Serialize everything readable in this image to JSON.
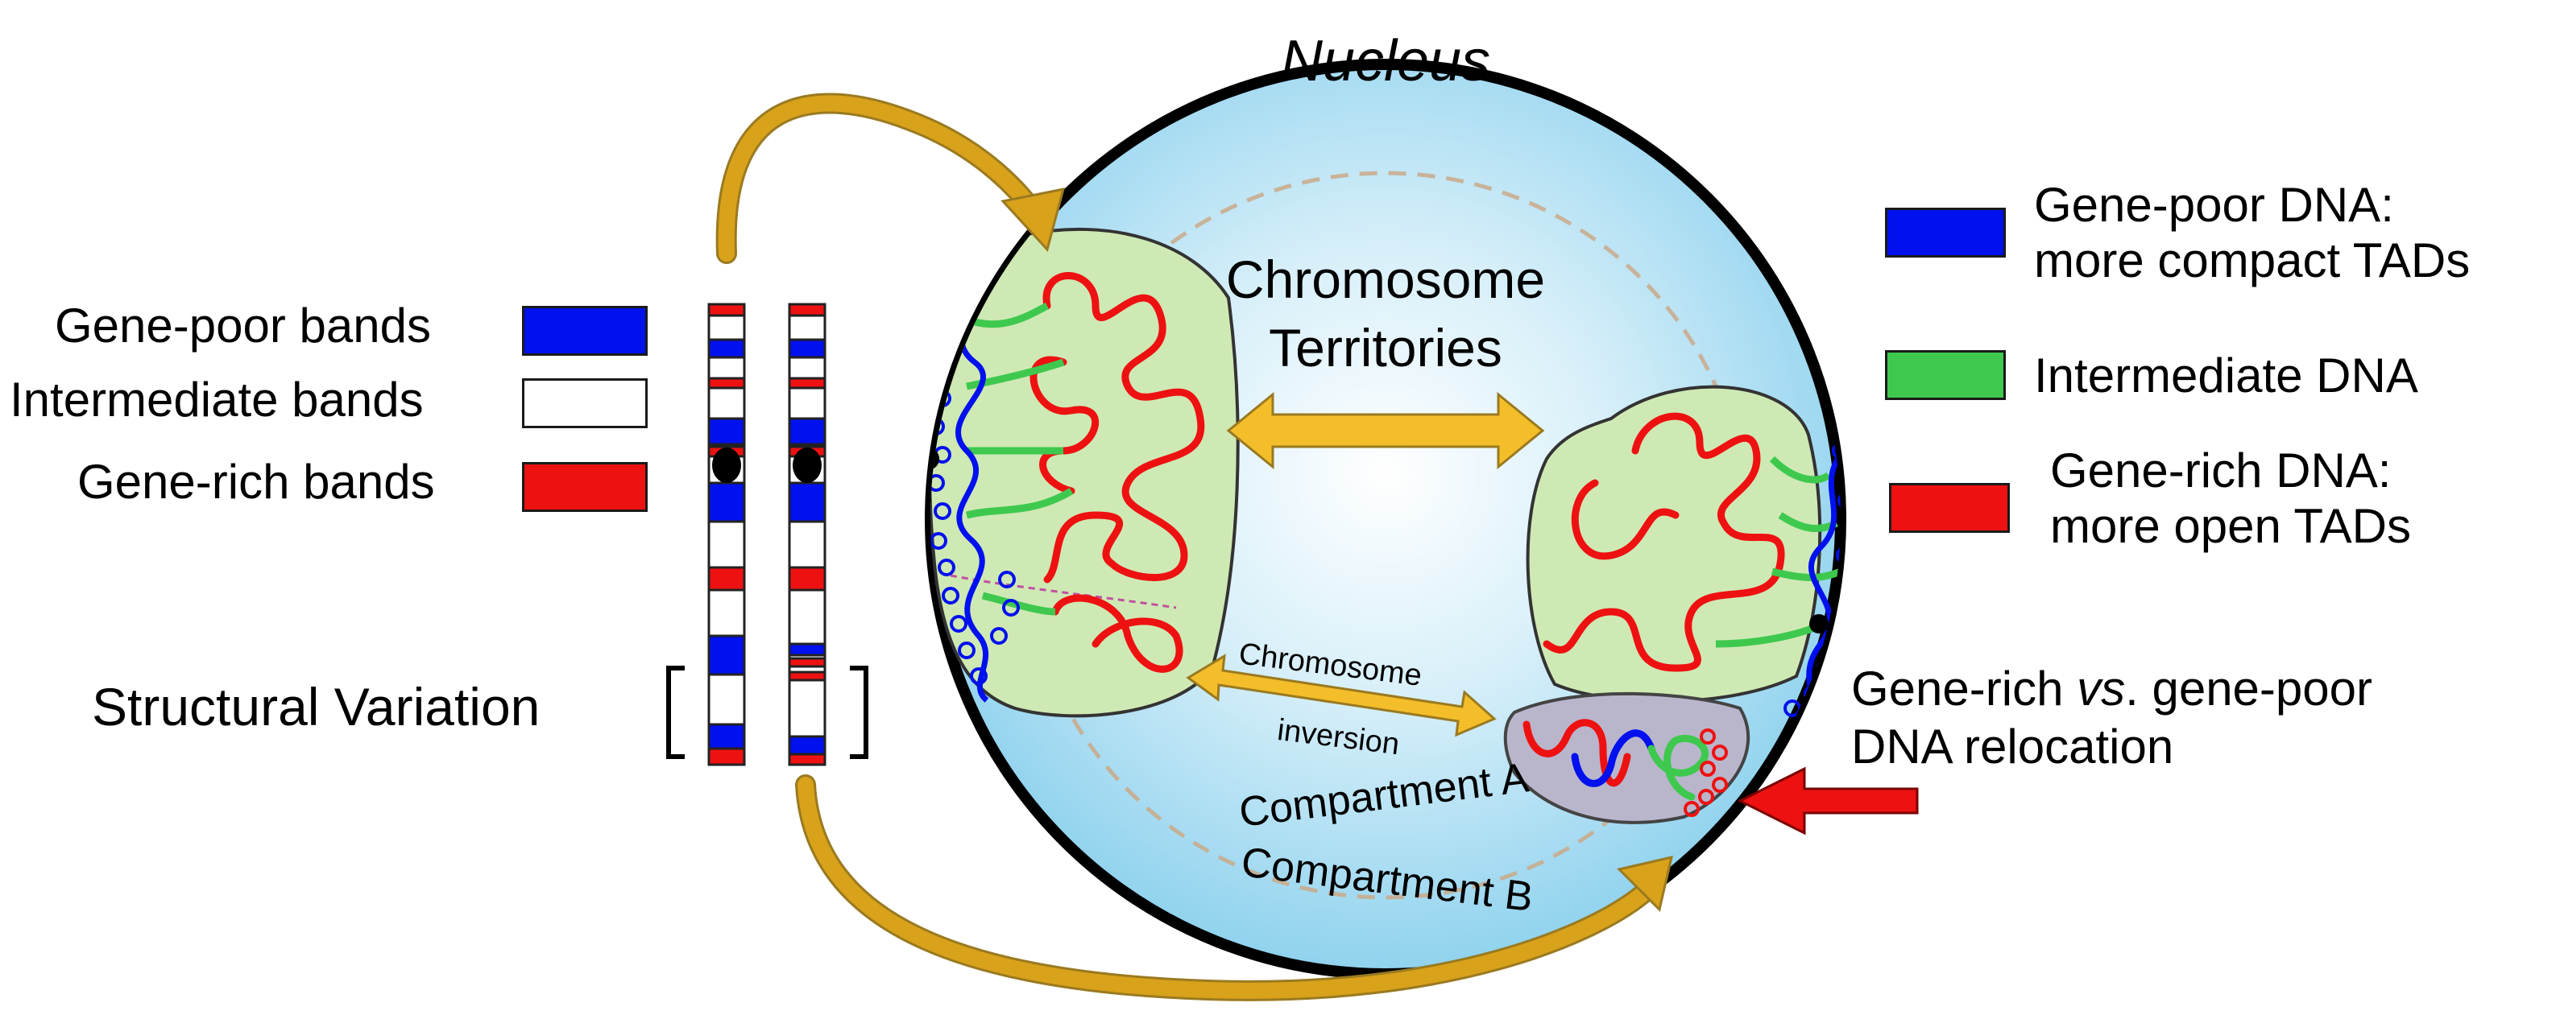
{
  "left_legend": {
    "gene_poor": "Gene-poor bands",
    "intermediate": "Intermediate bands",
    "gene_rich": "Gene-rich bands"
  },
  "structural_variation": "Structural Variation",
  "nucleus": {
    "title": "Nucleus",
    "territories_line1": "Chromosome",
    "territories_line2": "Territories",
    "inversion_line1": "Chromosome",
    "inversion_line2": "inversion",
    "compartment_a": "Compartment A",
    "compartment_b": "Compartment B"
  },
  "right_legend": {
    "gene_poor_line1": "Gene-poor DNA:",
    "gene_poor_line2": "more compact TADs",
    "intermediate": "Intermediate DNA",
    "gene_rich_line1": "Gene-rich DNA:",
    "gene_rich_line2": "more open TADs"
  },
  "relocation": {
    "line1_a": "Gene-rich ",
    "line1_vs": "vs",
    "line1_b": ". gene-poor",
    "line2": "DNA relocation"
  },
  "colors": {
    "gene_poor": "#0010ee",
    "intermediate": "#3ec94e",
    "gene_rich": "#ee1111",
    "arrow_gold": "#d9a21b",
    "territory_fill": "#c9e8b0",
    "nucleus_fill": "#9fd8f0"
  }
}
